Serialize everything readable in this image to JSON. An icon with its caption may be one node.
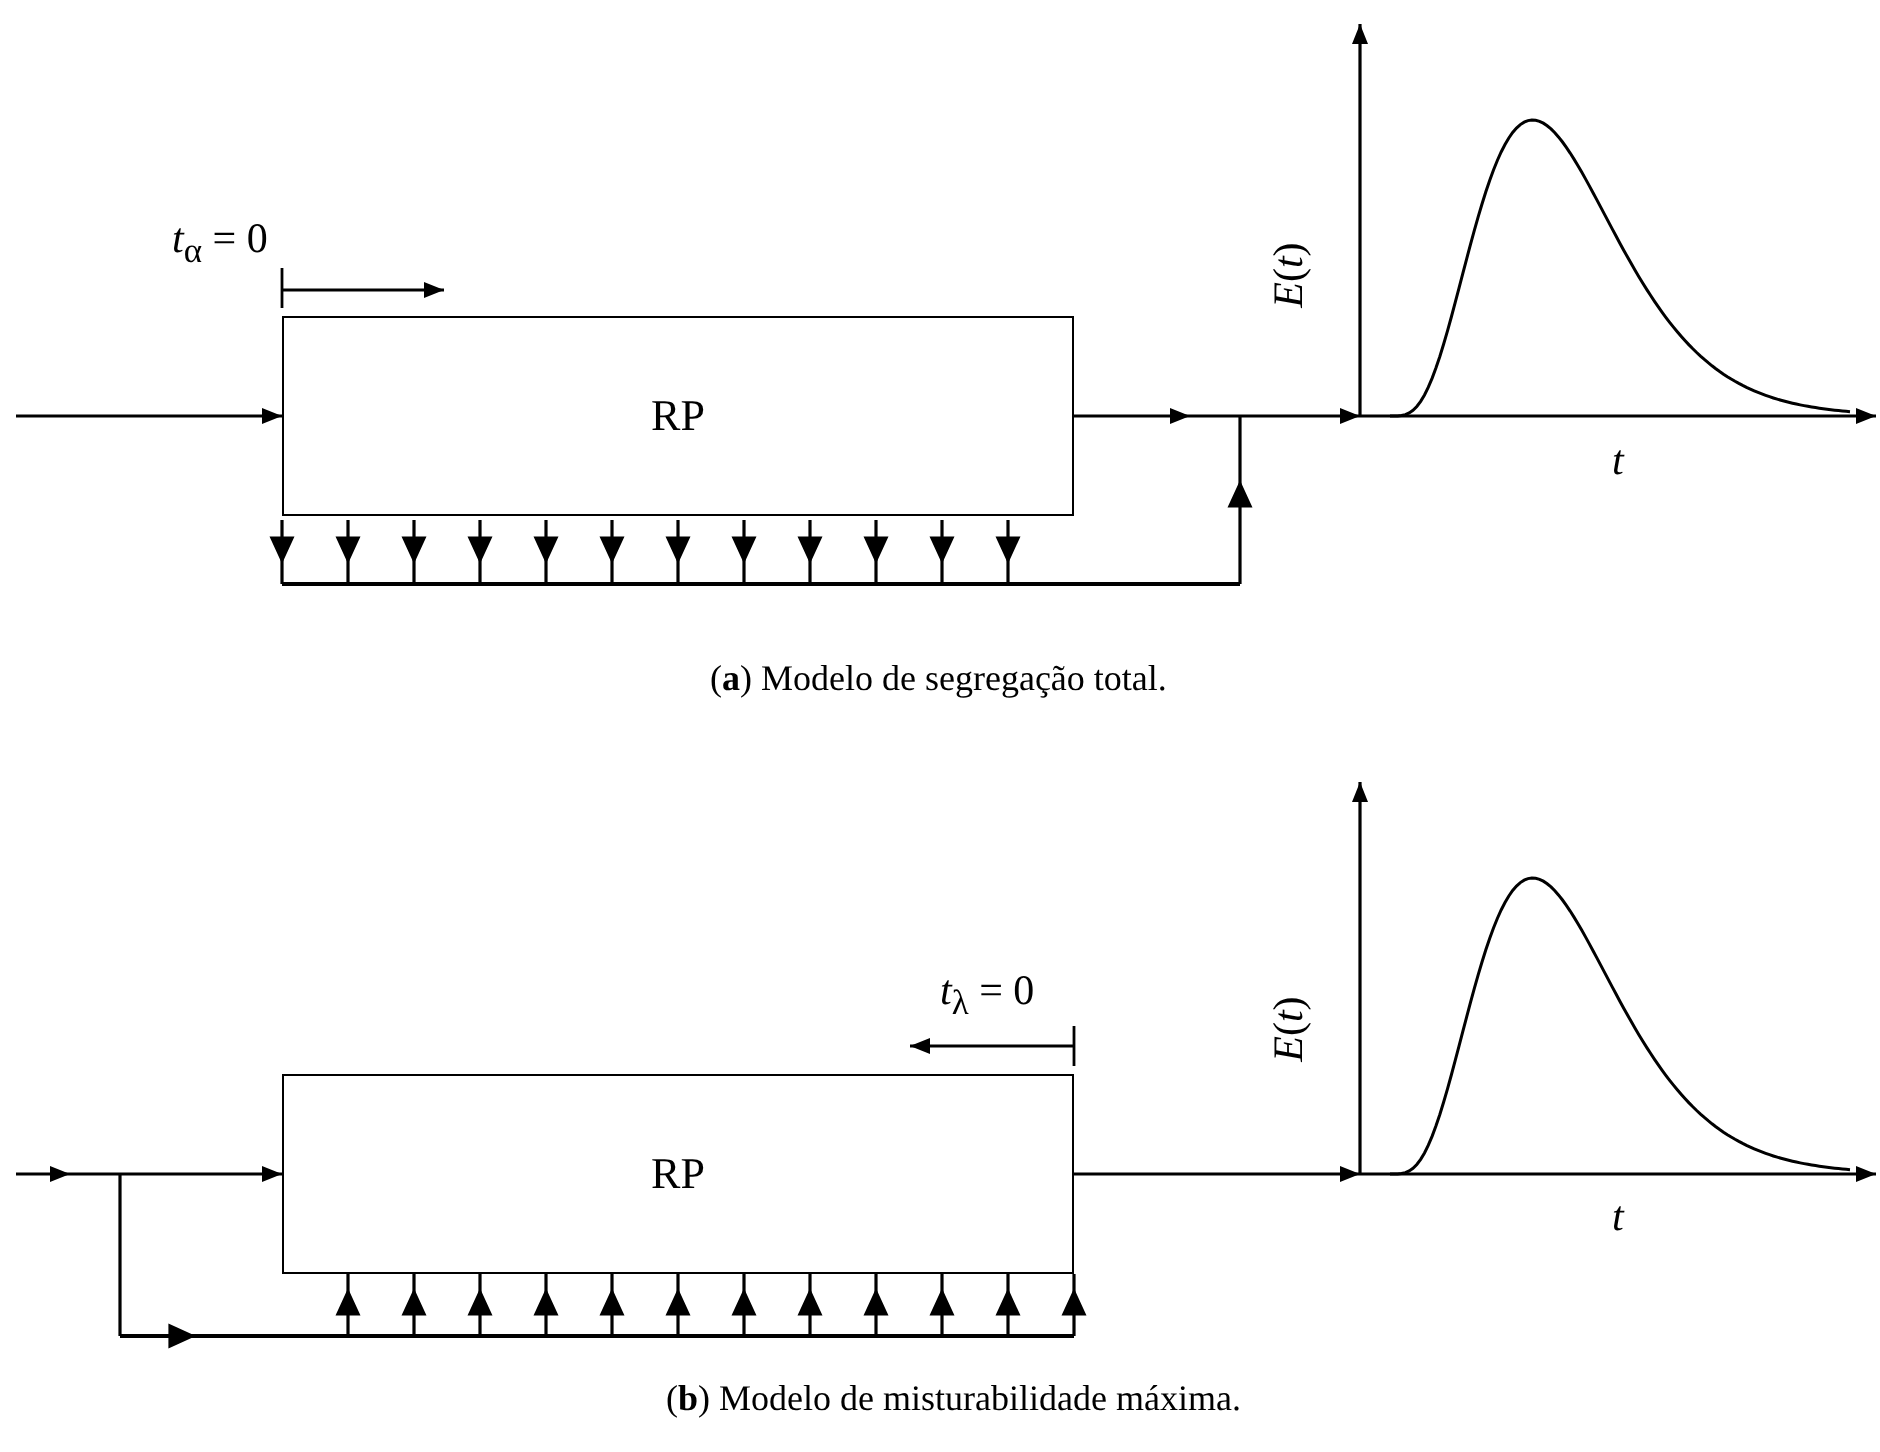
{
  "diagram": {
    "nodes": [
      {
        "text": [
          "RP"
        ]
      },
      {
        "text": [],
        "shape": "picture"
      },
      {
        "text": [
          "RP"
        ]
      },
      {
        "text": [],
        "shape": "picture"
      }
    ],
    "edges": [
      {
        "from": null,
        "to": 0,
        "arrow": "to"
      },
      {
        "from": 0,
        "to": 1,
        "arrow": "to"
      },
      {
        "from": null,
        "to": 2,
        "arrow": "to"
      },
      {
        "from": 2,
        "to": 3,
        "arrow": "to"
      }
    ],
    "labels": [
      "*t*$_{α}$ = 0",
      "*E*(*t*)",
      "t",
      "(**a**)  Modelo de segregação total.",
      "*t*$_{λ}$ = 0",
      "*E*(*t*)",
      "t",
      "(**b**)  Modelo de misturabilidade máxima."
    ]
  }
}
